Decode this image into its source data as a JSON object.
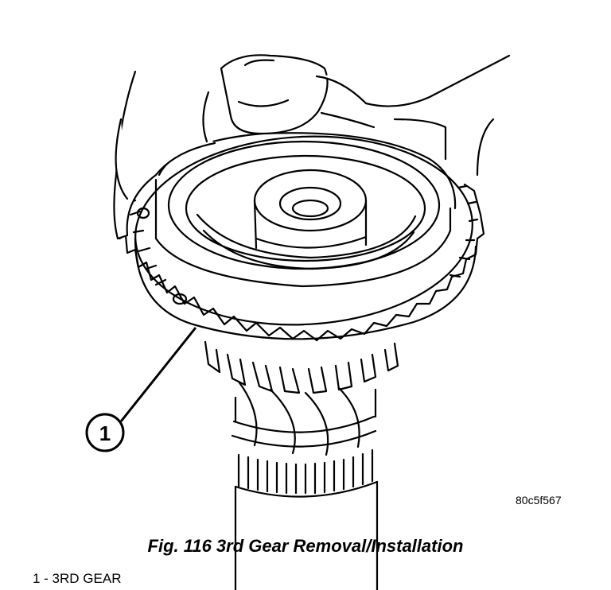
{
  "figure": {
    "id_code": "80c5f567",
    "caption": "Fig. 116 3rd Gear Removal/Installation"
  },
  "callouts": [
    {
      "number": "1"
    }
  ],
  "legend": [
    {
      "text": "1 - 3RD GEAR"
    }
  ]
}
